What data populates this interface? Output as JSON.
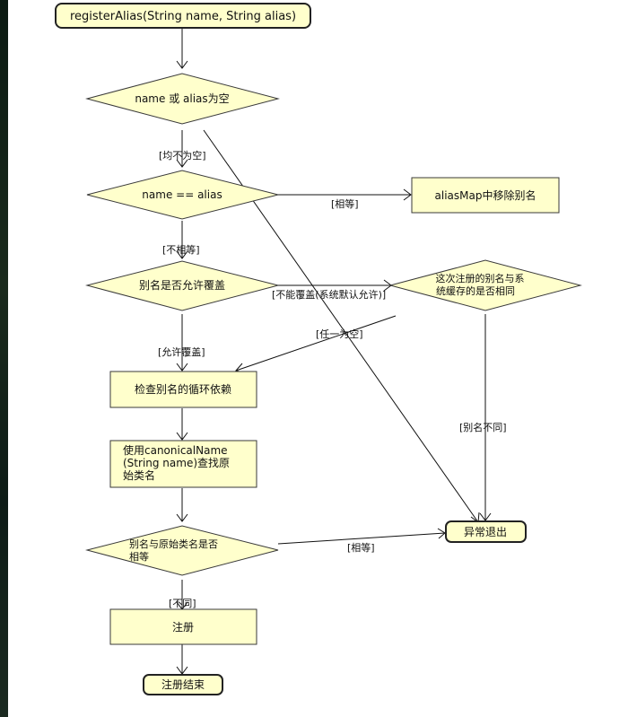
{
  "nodes": {
    "start": "registerAlias(String name, String alias)",
    "check_empty": "name 或 alias为空",
    "check_equal": "name == alias",
    "remove_alias": "aliasMap中移除别名",
    "allow_override": "别名是否允许覆盖",
    "same_cached": [
      "这次注册的别名与系",
      "统缓存的是否相同"
    ],
    "check_cycle": "检查别名的循环依赖",
    "find_canonical": [
      "使用canonicalName",
      "(String name)查找原",
      "始类名"
    ],
    "alias_eq_original": [
      "别名与原始类名是否",
      "相等"
    ],
    "register": "注册",
    "abnormal_exit": "异常退出",
    "end": "注册结束"
  },
  "edge_labels": {
    "neither_empty": "[均不为空]",
    "equal": "[相等]",
    "not_equal": "[不相等]",
    "no_override": "[不能覆盖(系统默认允许)]",
    "either_empty": "[任一为空]",
    "allow": "[允许覆盖]",
    "alias_differs": "[别名不同]",
    "equal2": "[相等]",
    "different": "[不同]"
  }
}
